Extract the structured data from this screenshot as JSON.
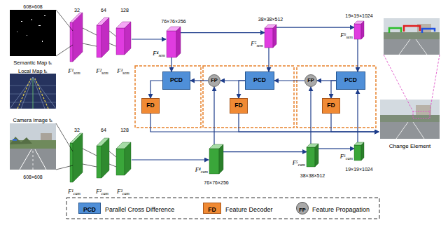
{
  "diagram": {
    "nodes": [
      {
        "text": [
          "76×76×256",
          "F⁴sem"
        ]
      },
      {
        "text": [
          "38×38×512",
          "F⁵sem"
        ]
      },
      {
        "text": [
          "19×19×1024",
          "F⁶sem"
        ]
      },
      {
        "text": [
          "PCD"
        ]
      },
      {
        "text": [
          "FD"
        ]
      },
      {
        "text": [
          "FP"
        ]
      },
      {
        "text": [
          "PCD"
        ]
      },
      {
        "text": [
          "FD"
        ]
      },
      {
        "text": [
          "FP"
        ]
      },
      {
        "text": [
          "PCD"
        ]
      },
      {
        "text": [
          "FD"
        ]
      },
      {
        "text": [
          "76×76×256",
          "F⁴cam"
        ]
      },
      {
        "text": [
          "38×38×512",
          "F⁵cam"
        ]
      },
      {
        "text": [
          "19×19×1024",
          "F⁶cam"
        ]
      },
      {
        "text": [
          "Change Element"
        ]
      }
    ],
    "edges": [
      {
        "from": 0,
        "to": 1,
        "arrow": "to"
      },
      {
        "from": 1,
        "to": 2,
        "arrow": "to"
      },
      {
        "from": 0,
        "to": 3,
        "arrow": "to"
      },
      {
        "from": 1,
        "to": 6,
        "arrow": "to"
      },
      {
        "from": 2,
        "to": 9,
        "arrow": "to"
      },
      {
        "from": 9,
        "to": 8,
        "arrow": "to"
      },
      {
        "from": 8,
        "to": 6,
        "arrow": "to"
      },
      {
        "from": 6,
        "to": 5,
        "arrow": "to"
      },
      {
        "from": 5,
        "to": 3,
        "arrow": "to"
      },
      {
        "from": 3,
        "to": 4,
        "arrow": "to"
      },
      {
        "from": 6,
        "to": 7,
        "arrow": "to"
      },
      {
        "from": 9,
        "to": 10,
        "arrow": "to"
      },
      {
        "from": 11,
        "to": 12,
        "arrow": "to"
      },
      {
        "from": 12,
        "to": 13,
        "arrow": "to"
      },
      {
        "from": 11,
        "to": 5,
        "arrow": "to"
      },
      {
        "from": 12,
        "to": 8,
        "arrow": "to"
      },
      {
        "from": 13,
        "to": 9,
        "arrow": "to"
      },
      {
        "from": 4,
        "to": 14,
        "arrow": "to"
      },
      {
        "from": 7,
        "to": 14,
        "arrow": "to"
      },
      {
        "from": 10,
        "to": 14,
        "arrow": "to"
      }
    ],
    "labels": [
      "608×608",
      "Semantic Map tₖ",
      "Local Map tₖ",
      "Camera Image tₖ",
      "608×608",
      "32",
      "64",
      "128",
      "F¹sem",
      "F²sem",
      "F³sem",
      "32",
      "64",
      "128",
      "F¹cam",
      "F²cam",
      "F³cam",
      "PCD",
      "FD",
      "FP"
    ],
    "legend": [
      {
        "text": "Parallel Cross Difference",
        "color": "#4f8fd8"
      },
      {
        "text": "Feature Decoder",
        "color": "#f08a34"
      },
      {
        "text": "Feature Propagation",
        "color": "#a9a9a9"
      }
    ]
  }
}
